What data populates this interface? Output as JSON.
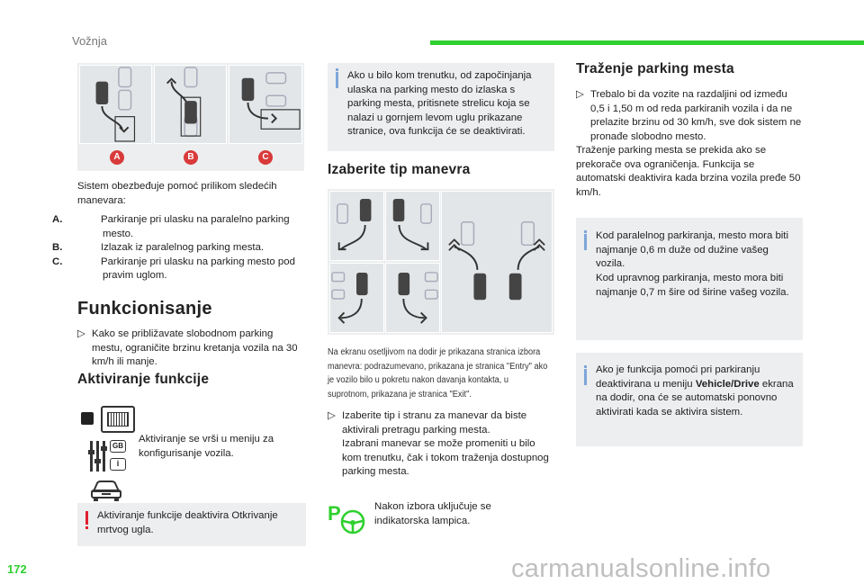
{
  "header": {
    "section": "Vožnja",
    "page_number": "172",
    "accent": "#2fd02f"
  },
  "watermark": "carmanualsonline.info",
  "figure_abc": {
    "labels": [
      "A",
      "B",
      "C"
    ]
  },
  "intro": "Sistem obezbeđuje pomoć prilikom sledećih manevara:",
  "maneuvers": [
    {
      "key": "A.",
      "text": "Parkiranje pri ulasku na paralelno parking mesto."
    },
    {
      "key": "B.",
      "text": "Izlazak iz paralelnog parking mesta."
    },
    {
      "key": "C.",
      "text": "Parkiranje pri ulasku na parking mesto pod pravim uglom."
    }
  ],
  "funkcionisanje": {
    "title": "Funkcionisanje",
    "bullet": "Kako se približavate slobodnom parking mestu, ograničite brzinu kretanja vozila na 30 km/h ili manje."
  },
  "aktiviranje": {
    "title": "Aktiviranje funkcije",
    "icon_text": "Aktiviranje se vrši u meniju za konfigurisanje vozila.",
    "menu_badge_top": "GB",
    "menu_badge_bottom": "i",
    "warning": "Aktiviranje funkcije deaktivira Otkrivanje mrtvog ugla."
  },
  "info1": "Ako u bilo kom trenutku, od započinjanja ulaska na parking mesto do izlaska s parking mesta, pritisnete strelicu koja se nalazi u gornjem levom uglu prikazane stranice, ova funkcija će se deaktivirati.",
  "izaberite": {
    "title": "Izaberite tip manevra",
    "caption": "Na ekranu osetljivom na dodir je prikazana stranica izbora manevra: podrazumevano, prikazana je stranica \"Entry\" ako je vozilo bilo u pokretu nakon davanja kontakta, u suprotnom, prikazana je stranica \"Exit\".",
    "bullet_lines": [
      "Izaberite tip i stranu za manevar da biste aktivirali pretragu parking mesta.",
      "Izabrani manevar se može promeniti u bilo kom trenutku, čak i tokom traženja dostupnog parking mesta."
    ],
    "lamp_text": "Nakon izbora uključuje se indikatorska lampica.",
    "lamp_letter": "P"
  },
  "trazenje": {
    "title": "Traženje parking mesta",
    "bullet": "Trebalo bi da vozite na razdaljini od između 0,5 i 1,50 m od reda parkiranih vozila i da ne prelazite brzinu od 30 km/h, sve dok sistem ne pronađe slobodno mesto.",
    "para": "Traženje parking mesta se prekida ako se prekorače ova ograničenja. Funkcija se automatski deaktivira kada brzina vozila pređe 50 km/h."
  },
  "info2": [
    "Kod paralelnog parkiranja, mesto mora biti najmanje 0,6 m duže od dužine vašeg vozila.",
    "Kod upravnog parkiranja, mesto mora biti najmanje 0,7 m šire od širine vašeg vozila."
  ],
  "info3": {
    "pre": "Ako je funkcija pomoći pri parkiranju deaktivirana u meniju ",
    "bold": "Vehicle/Drive",
    "post": " ekrana na dodir, ona će se automatski ponovno aktivirati kada se aktivira sistem."
  },
  "colors": {
    "info_bar": "#7fa6d8",
    "warning_bar": "#e02030",
    "panel_bg": "#eceeef",
    "badge_red": "#d93a3a"
  },
  "icons": [
    "car-icon",
    "camera-icon",
    "settings-sliders-icon",
    "car-outline-icon",
    "steering-wheel-icon",
    "info-icon",
    "warning-icon",
    "bullet-arrow-icon"
  ]
}
